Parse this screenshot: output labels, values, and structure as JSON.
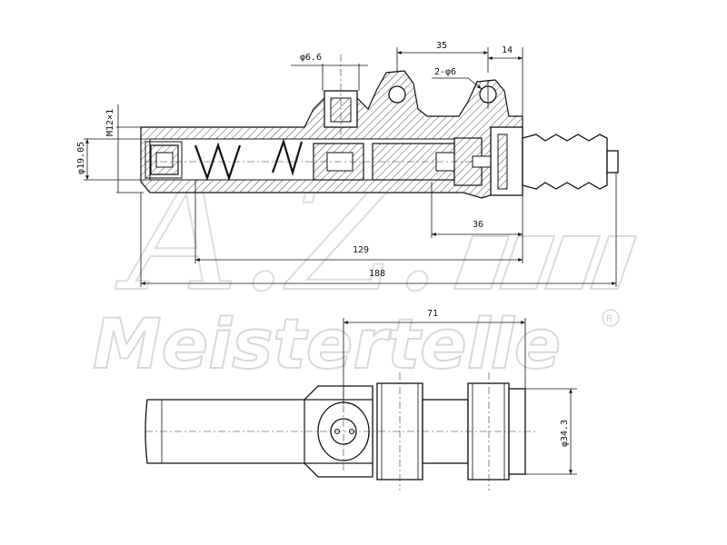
{
  "watermark": {
    "initials": "A.Z.",
    "brand": "Meistertelle",
    "registered": "R"
  },
  "dimensions": {
    "hole_dia": "φ6.6",
    "flange_span": "35",
    "flange_offset": "14",
    "mount_holes": "2-φ6",
    "thread": "M12×1",
    "bore_dia": "φ19.05",
    "rod_length": "36",
    "stroke_length": "129",
    "overall_length": "188",
    "port_spacing": "71",
    "outer_dia": "φ34.3"
  },
  "colors": {
    "line": "#111111",
    "watermark": "#d9d9d9"
  }
}
